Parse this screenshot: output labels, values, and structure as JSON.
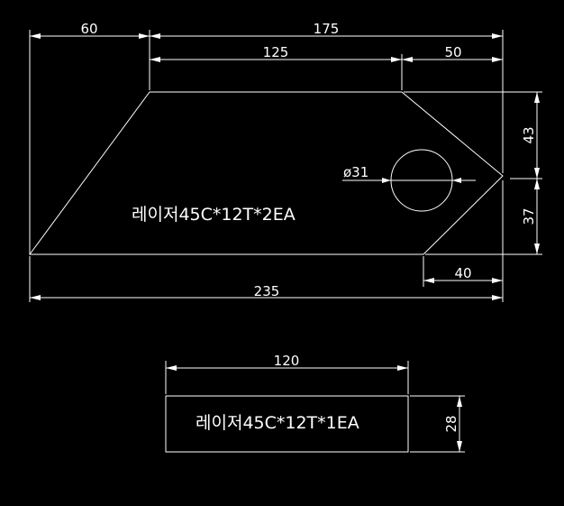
{
  "part1": {
    "label": "레이저45C*12T*2EA",
    "dims": {
      "top_left": "60",
      "top_total": "175",
      "top_mid": "125",
      "top_right": "50",
      "right_upper": "43",
      "right_lower": "37",
      "hole": "ø31",
      "bottom_right": "40",
      "overall": "235"
    }
  },
  "part2": {
    "label": "레이저45C*12T*1EA",
    "dims": {
      "width": "120",
      "height": "28"
    }
  }
}
